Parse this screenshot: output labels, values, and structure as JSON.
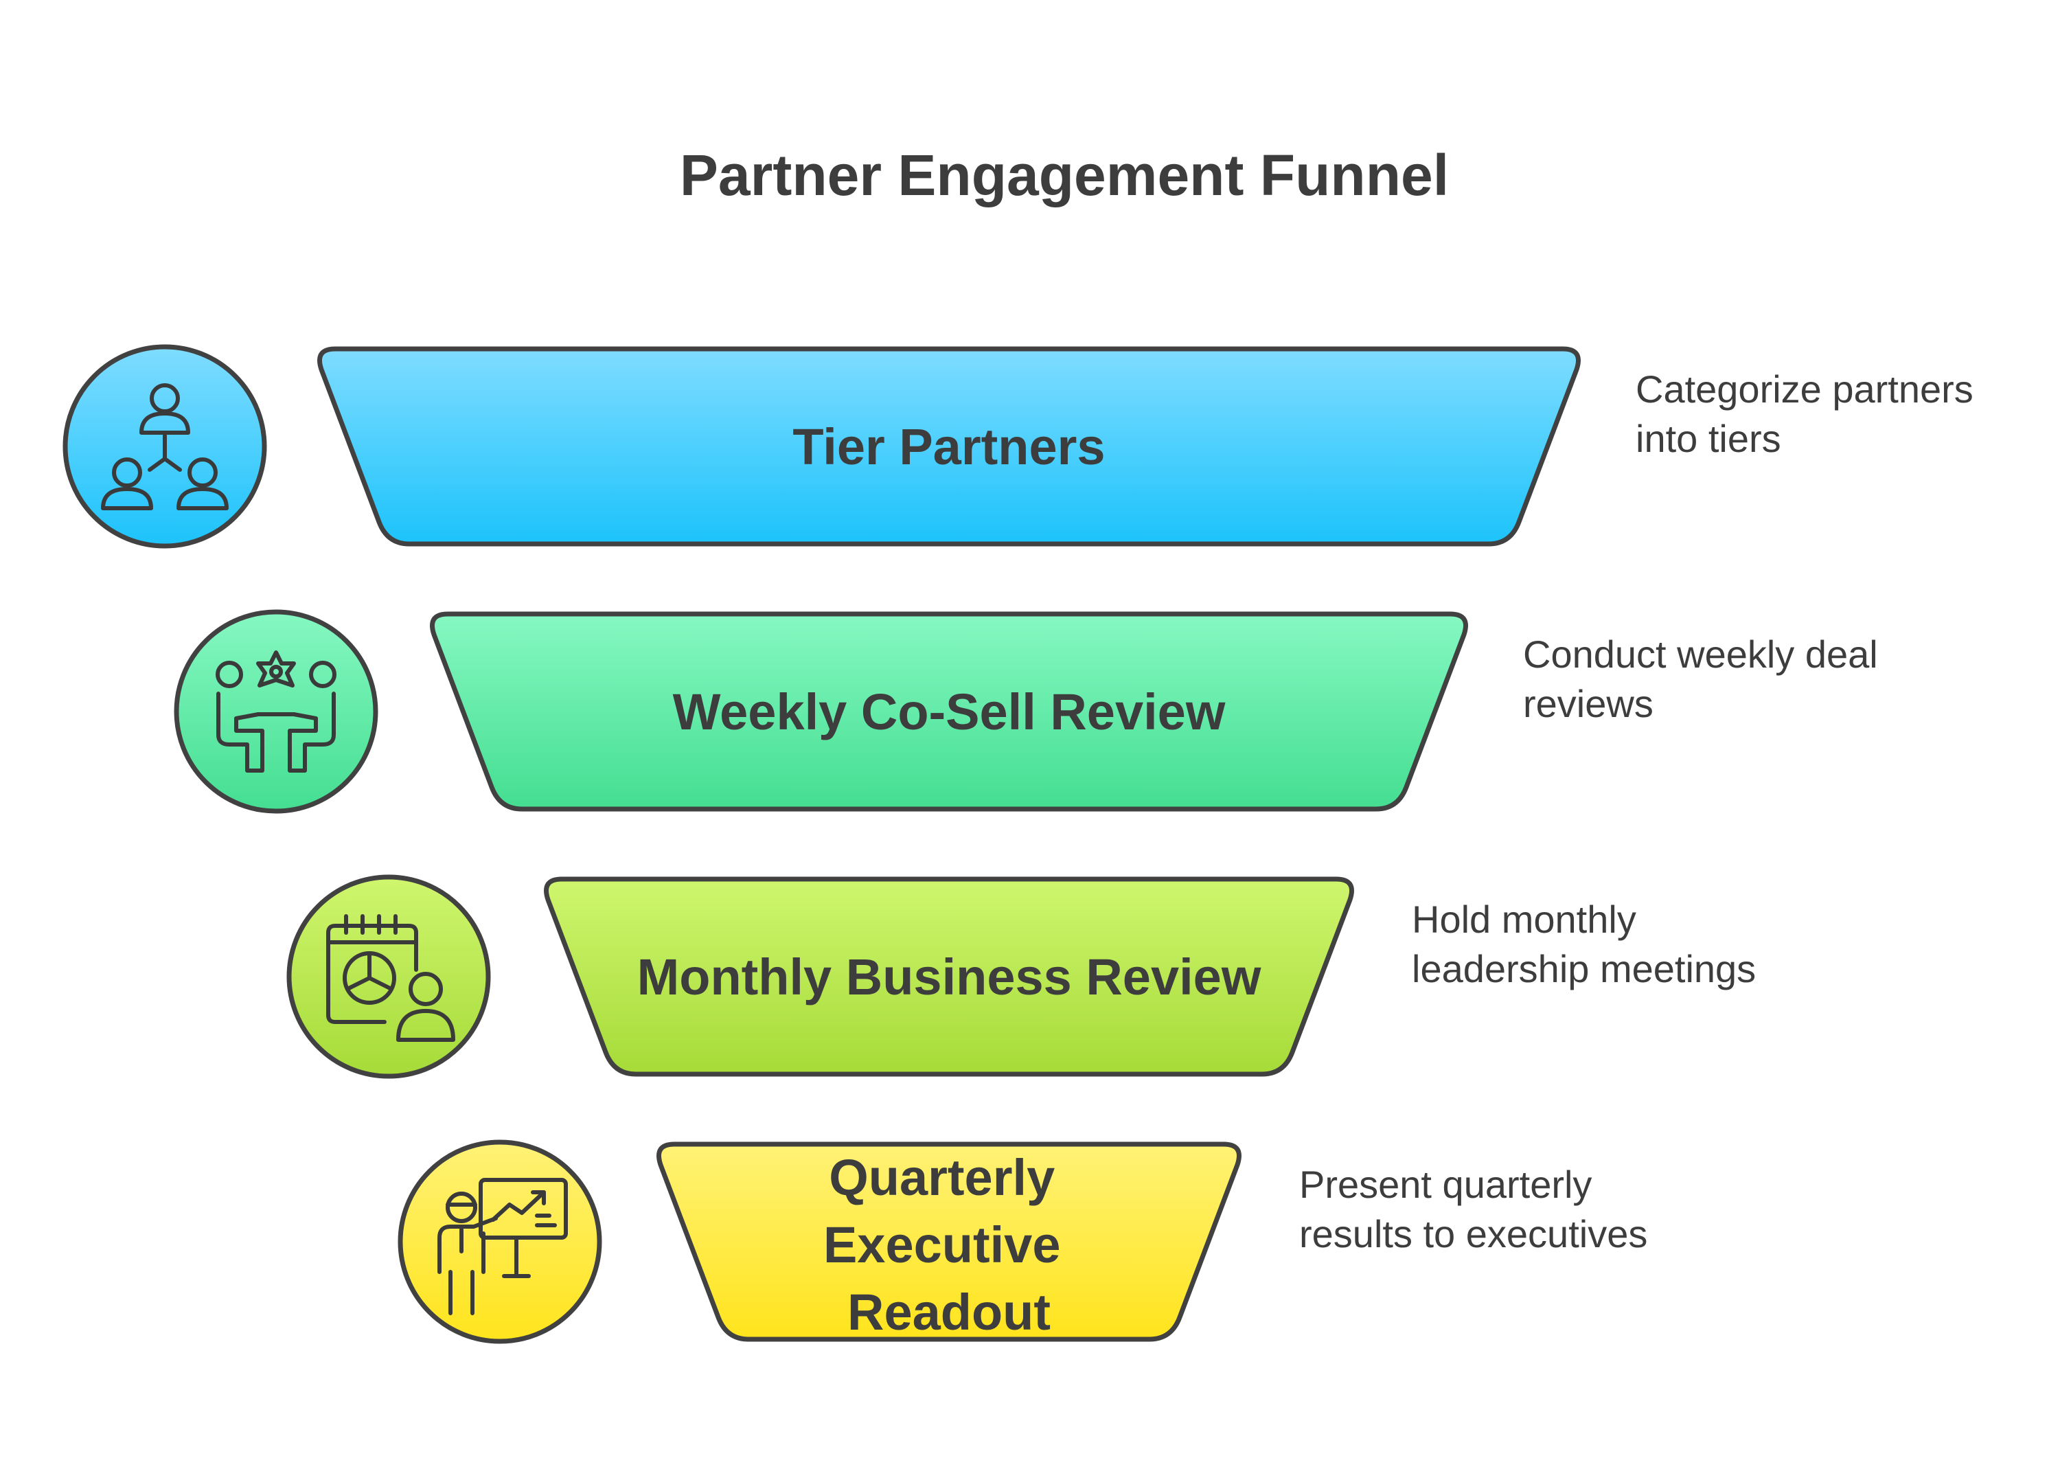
{
  "title": "Partner Engagement Funnel",
  "stages": [
    {
      "label_lines": [
        "Tier Partners"
      ],
      "description_lines": [
        "Categorize partners",
        "into tiers"
      ],
      "icon": "org-hierarchy-people-icon",
      "color_top": "#7fdcff",
      "color_bottom": "#1cc3fb"
    },
    {
      "label_lines": [
        "Weekly Co-Sell Review"
      ],
      "description_lines": [
        "Conduct weekly deal",
        "reviews"
      ],
      "icon": "meeting-collaboration-icon",
      "color_top": "#86f8c2",
      "color_bottom": "#44de91"
    },
    {
      "label_lines": [
        "Monthly Business Review"
      ],
      "description_lines": [
        "Hold monthly",
        "leadership meetings"
      ],
      "icon": "calendar-chart-person-icon",
      "color_top": "#cff66e",
      "color_bottom": "#a6db38"
    },
    {
      "label_lines": [
        "Quarterly",
        "Executive",
        "Readout"
      ],
      "description_lines": [
        "Present quarterly",
        "results to executives"
      ],
      "icon": "presenter-board-icon",
      "color_top": "#fff276",
      "color_bottom": "#ffe41c"
    }
  ],
  "colors": {
    "outline": "#414141",
    "text": "#3d3d3d",
    "background": "#ffffff"
  }
}
